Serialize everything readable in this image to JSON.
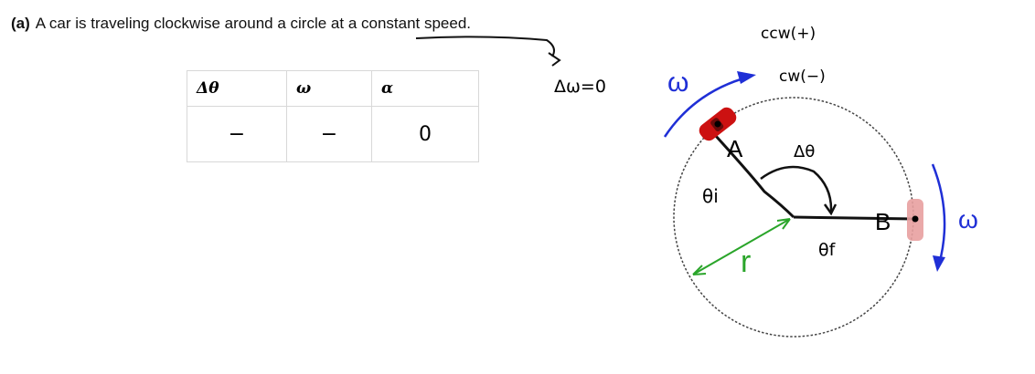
{
  "question": {
    "label": "(a)",
    "text": "A car is traveling clockwise around a circle at a constant speed."
  },
  "table": {
    "headers": [
      "Δθ",
      "ω",
      "α"
    ],
    "values": [
      "−",
      "−",
      "0"
    ]
  },
  "annotations": {
    "delta_omega": "Δω=0",
    "ccw": "ccw(+)",
    "cw": "cw(−)",
    "omega_top": "ω",
    "omega_right": "ω",
    "point_a": "A",
    "point_b": "B",
    "delta_theta": "Δθ",
    "theta_i": "θi",
    "theta_f": "θf",
    "radius": "r"
  },
  "colors": {
    "omega": "#1f2fd6",
    "radius": "#2aa52a",
    "car_a": "#cc1111",
    "car_b": "#e8a0a0"
  }
}
